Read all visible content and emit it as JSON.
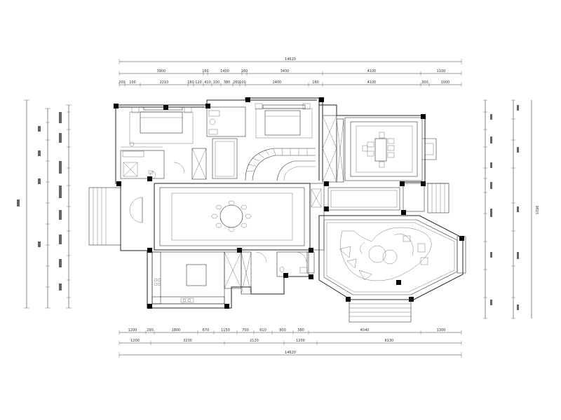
{
  "dimensions": {
    "top_total": "14620",
    "top_row1": [
      "3900",
      "160",
      "1400",
      "160",
      "3400",
      "4100",
      "1100"
    ],
    "top_row2": [
      "200",
      "100",
      "2210",
      "180",
      "120",
      "410",
      "100",
      "380",
      "260",
      "100",
      "2400",
      "180",
      "4100",
      "300",
      "1000"
    ],
    "bottom_row1": [
      "1200",
      "290",
      "1800",
      "670",
      "1150",
      "700",
      "610",
      "900",
      "380",
      "4040",
      "1300"
    ],
    "bottom_row2": [
      "1200",
      "3230",
      "2120",
      "1200",
      "6130"
    ],
    "bottom_total": "14620",
    "right_total": "9815"
  }
}
